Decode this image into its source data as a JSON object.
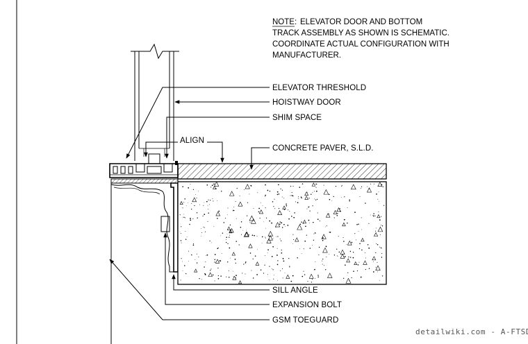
{
  "note": {
    "prefix": "NOTE:",
    "lines": [
      "ELEVATOR DOOR AND BOTTOM",
      "TRACK ASSEMBLY AS SHOWN IS SCHEMATIC.",
      "COORDINATE ACTUAL CONFIGURATION WITH",
      "MANUFACTURER."
    ]
  },
  "labels": {
    "elevator_threshold": "ELEVATOR THRESHOLD",
    "hoistway_door": "HOISTWAY DOOR",
    "shim_space": "SHIM SPACE",
    "align": "ALIGN",
    "concrete_paver": "CONCRETE PAVER, S.L.D.",
    "sill_angle": "SILL ANGLE",
    "expansion_bolt": "EXPANSION BOLT",
    "gsm_toeguard": "GSM TOEGUARD"
  },
  "watermark": "detailwiki.com - A-FTSDD",
  "colors": {
    "line": "#000000",
    "background": "#ffffff",
    "watermark": "#555555"
  }
}
